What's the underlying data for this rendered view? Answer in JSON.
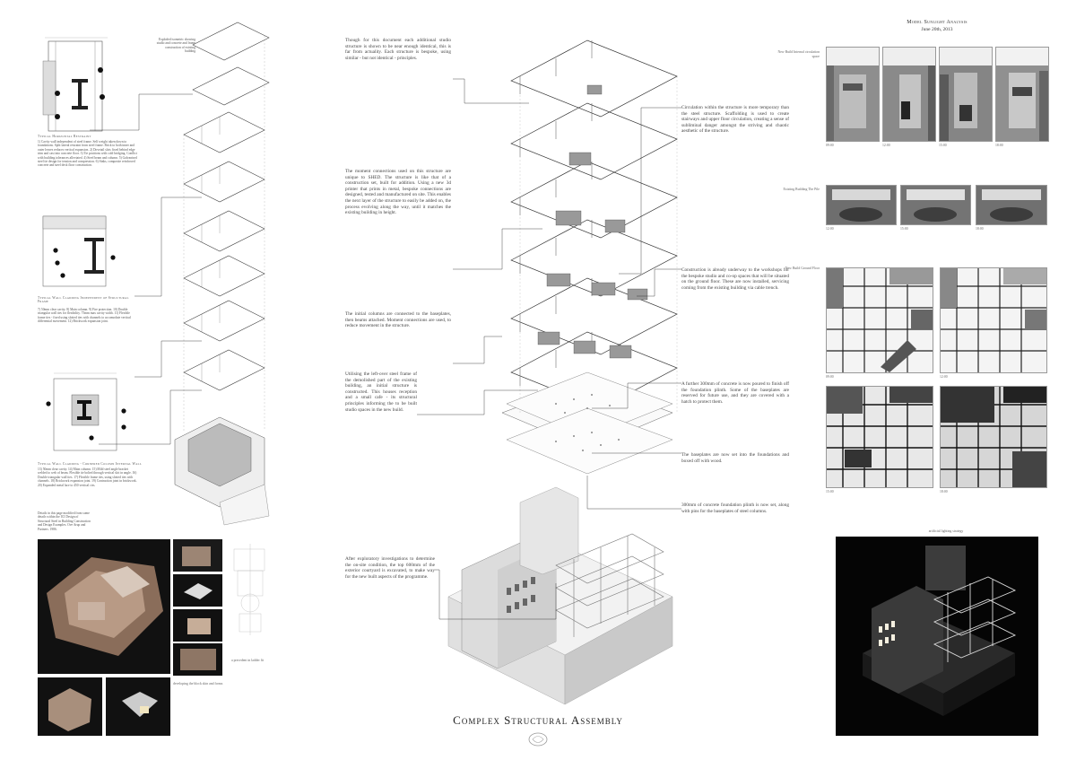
{
  "title": "Complex Structural Assembly",
  "header_right": {
    "line1": "Model Sunlight Analysis",
    "line2": "June 20th, 2013"
  },
  "left_col": {
    "exploded_caption": "Exploded isometric showing studio and concrete and frame construction of existing building",
    "detail1_heading": "Typical Horizontal Restraint",
    "detail1_notes": "1) Cavity wall independent of steel frame. Self weight taken down to foundations. Split lateral restraint from steel frame. Brick to both inner and outer leaves reduces vertical expansion. 2) Dovetail slots fixed behind edge trim and cast into concrete floor. 3) Tie positions with cold bridging. Conflict with building tolerances alleviated. 4) Steel beam and column. 5) Galvanised steel tie design for tension and compression. 6) Sinks, composite reinforced concrete and steel deck floor construction.",
    "detail2_heading": "Typical Wall Cladding Independent of Structural Frame",
    "detail2_notes": "7) 50mm clear cavity. 8) Main column. 9) Fire protection. 10) Double triangular wall ties for flexibility. 75mm max cavity width. 11) Flexible frame ties - fixed using slotted ties with channels to accomodate vertical differential movement. 12) Brickwork expansion joint.",
    "detail3_heading": "Typical Wall Cladding - Cornered Column Internal Wall",
    "detail3_notes": "13) 50mm clear cavity. 14) Main column. 15) Mild steel angle bracket welded to web of beam. Flexible tie bolted through vertical slot in angle. 16) Double triangular wall ties. 17) Flexible frame ties, using slotted ties with channels. 18) Brickwork expansion joint. 19) Contraction joint in brickwork. 20) Expanded metal lace to 450 vertical ctrs.",
    "reference_note": "Details in this page modified from some details within the ICI Design of Structural Steel in Building Construction and Design Examples. Ove Arup and Partners. 1986.",
    "sketch_caption": "a precedent in ladder fit",
    "model_caption": "developing the block skin and forms"
  },
  "centre": {
    "annotations": [
      "Though for this document each additional studio structure is shown to be near enough identical, this is far from actuality. Each structure is bespoke, using similar - but not identical - principles.",
      "The moment connections used on this structure are unique to SHED. The structure is like that of a construction set, built for addition. Using a new 3d printer that prints in metal, bespoke connections are designed, tested and manufactured on site. This enables the next layer of the structure to easily be added on, the process evolving along the way, until it matches the existing building in height.",
      "The initial columns are connected to the baseplates, then beams attached. Moment connections are used, to reduce movement in the structure.",
      "Utilising the left-over steel frame of the demolished part of the existing building, an initial structure is constructed. This houses reception and a small cafe - its structural principles informing the to be built studio spaces in the new build.",
      "After exploratory investigations to determine the on-site condition, the top 600mm of the exterior courtyard is excavated, to make way for the new built aspects of the programme."
    ],
    "right_annotations": [
      "Circulation within the structure is more temporary than the steel structure. Scaffolding is used to create stairways and upper floor circulation, creating a sense of subliminal danger amongst the striving and chaotic aesthetic of the structure.",
      "Construction is already underway to the workshops for the bespoke studio and co-op spaces that will be situated on the ground floor. These are now installed, servicing coming from the existing building via cable trench.",
      "A further 300mm of concrete is now poured to finish off the foundation plinth. Some of the baseplates are reserved for future use, and they are covered with a hatch to protect them.",
      "The baseplates are now set into the foundations and boxed off with wood.",
      "300mm of concrete foundation plinth is now set, along with pins for the baseplates of steel columns."
    ]
  },
  "right_col": {
    "label_new_build": "New Build Internal circulation space",
    "times_row1": [
      "09:00",
      "12:00",
      "15:00",
      "18:00"
    ],
    "label_existing": "Existing Building The Pile",
    "times_row2": [
      "12:00",
      "15:00",
      "18:00"
    ],
    "label_ground_floor": "New Build Ground Floor",
    "times_row3": [
      "09:00",
      "12:00"
    ],
    "times_row4": [
      "15:00",
      "18:00"
    ],
    "lighting_caption": "artificial lighting strategy"
  },
  "colors": {
    "background": "#ffffff",
    "ink": "#333333",
    "leader": "#222222",
    "photo_dark": "#111111"
  }
}
